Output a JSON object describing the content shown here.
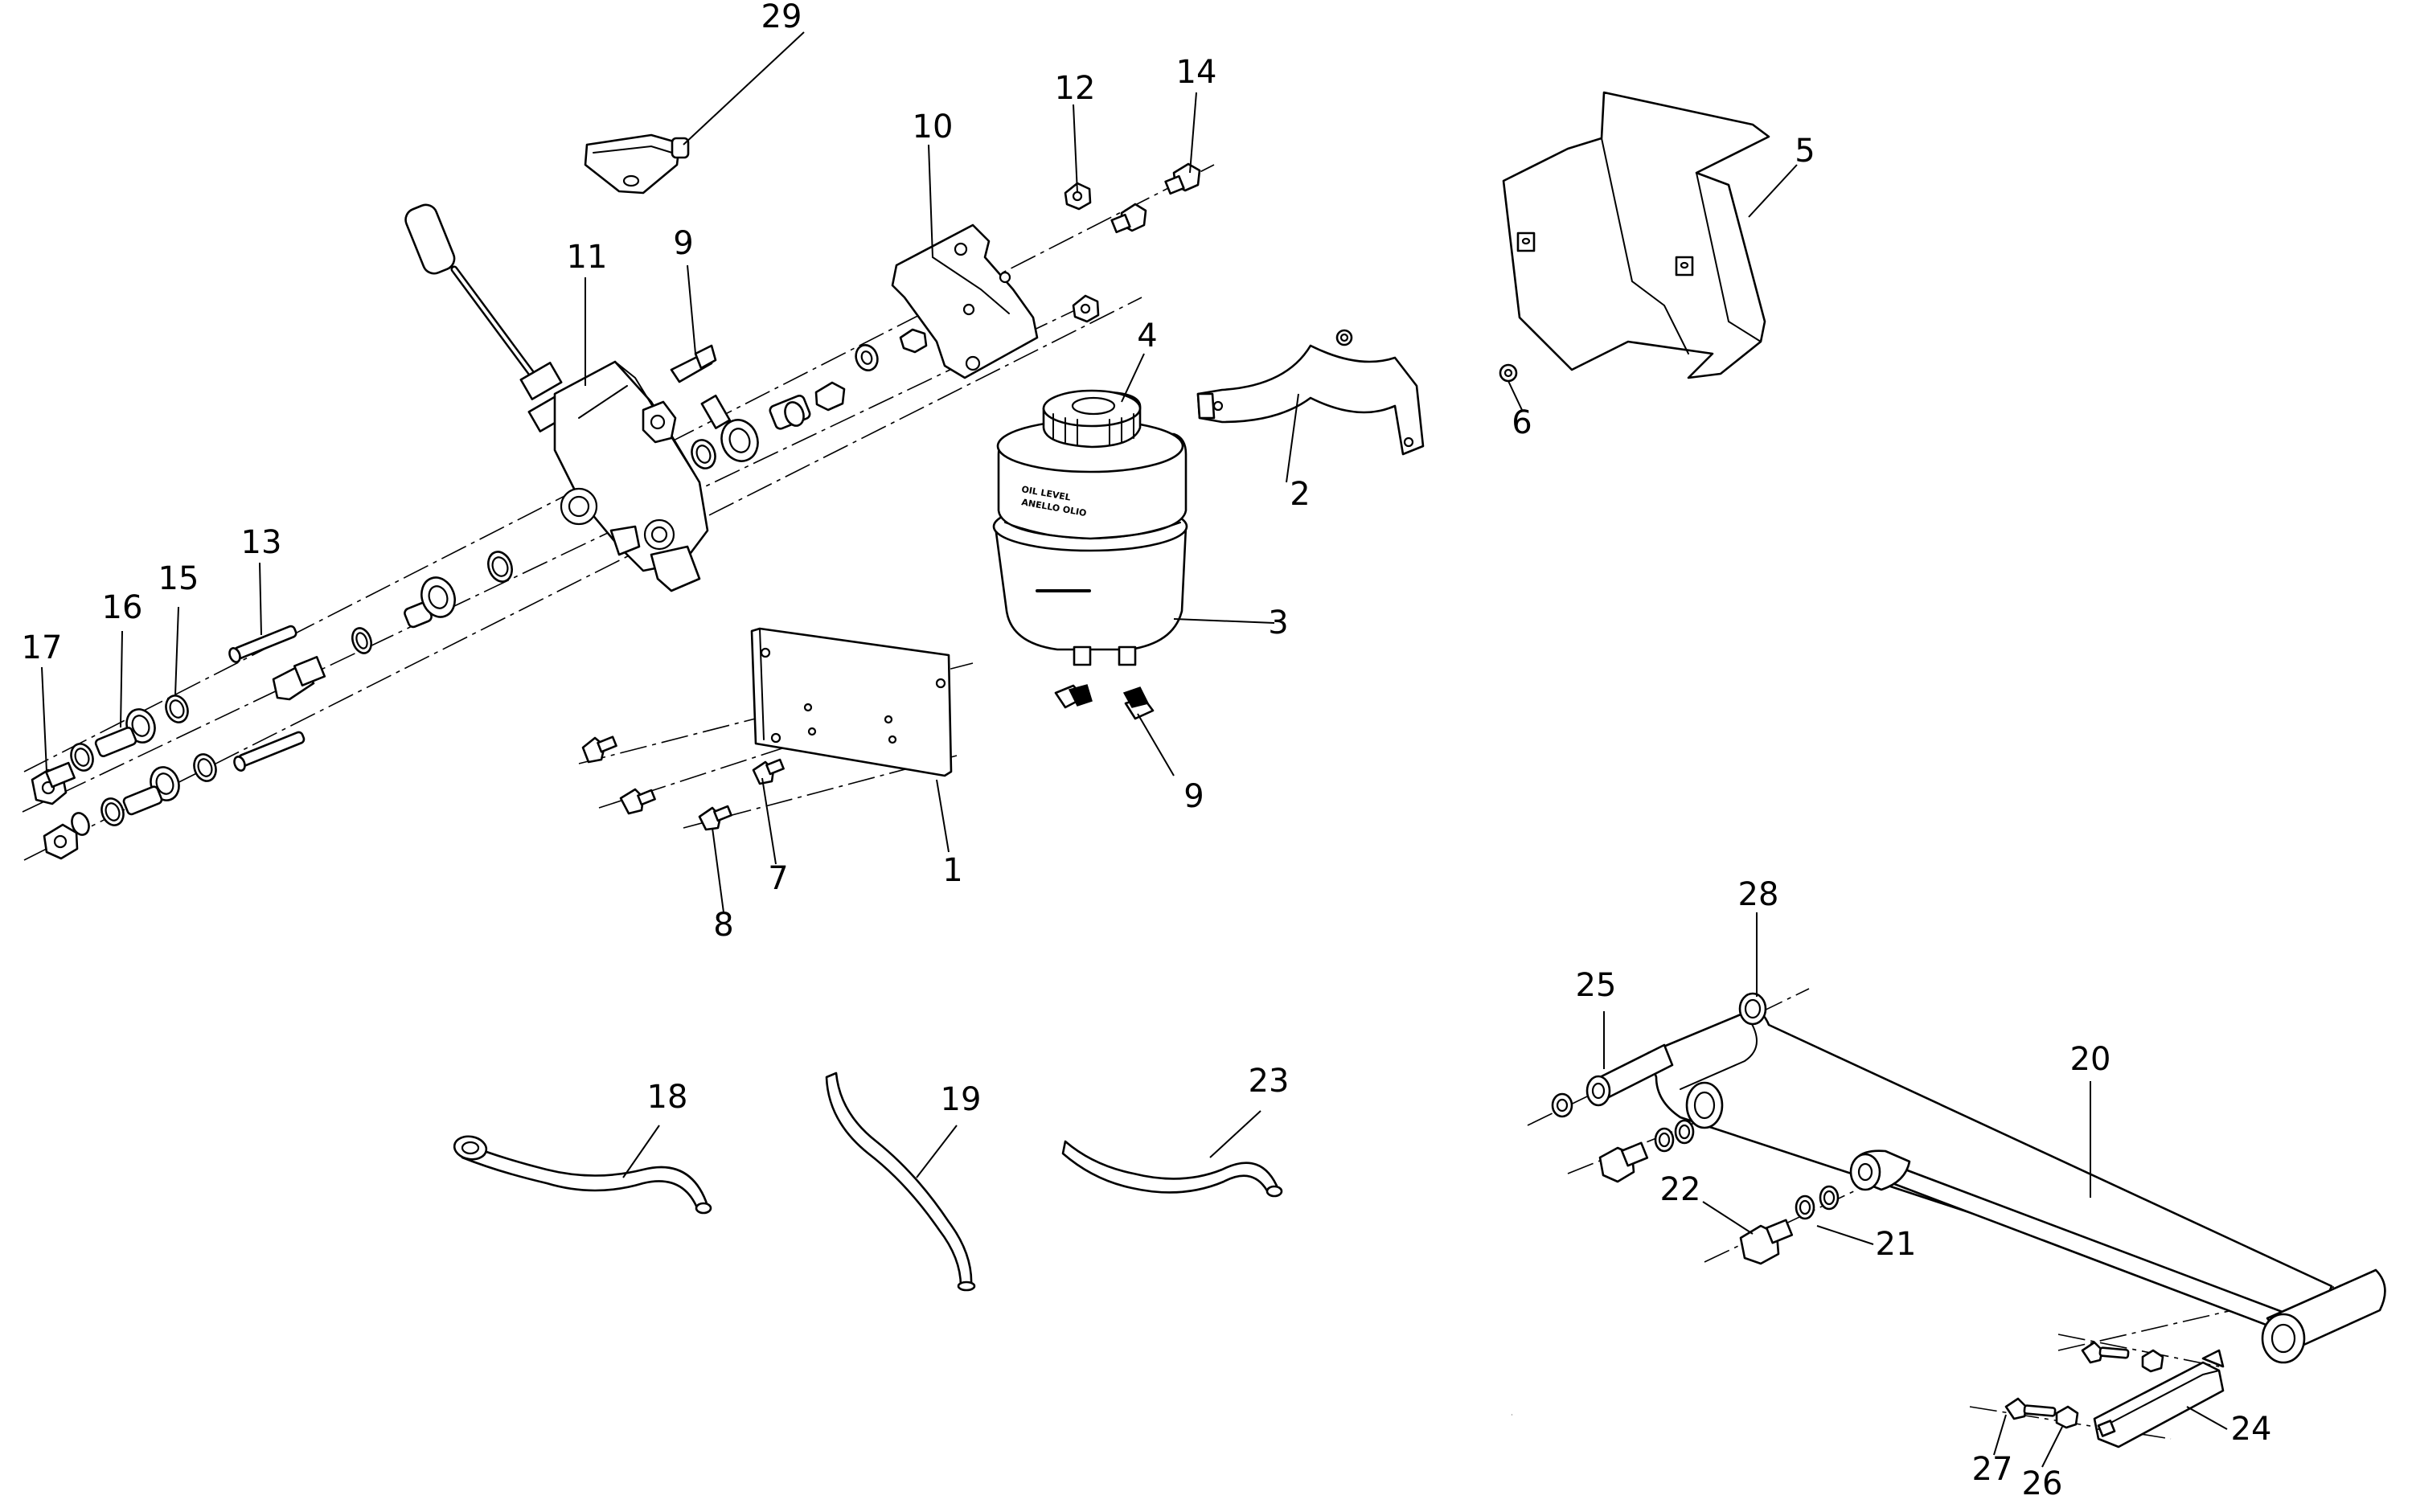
{
  "diagram": {
    "callouts": [
      "1",
      "2",
      "3",
      "4",
      "5",
      "6",
      "7",
      "8",
      "9",
      "9",
      "10",
      "11",
      "12",
      "13",
      "14",
      "15",
      "16",
      "17",
      "18",
      "19",
      "20",
      "21",
      "22",
      "23",
      "24",
      "25",
      "26",
      "27",
      "28",
      "29"
    ],
    "reservoir_label_line1": "OIL LEVEL",
    "reservoir_label_line2": "ANELLO OLIO",
    "colors": {
      "line": "#000000",
      "background": "#ffffff"
    }
  }
}
